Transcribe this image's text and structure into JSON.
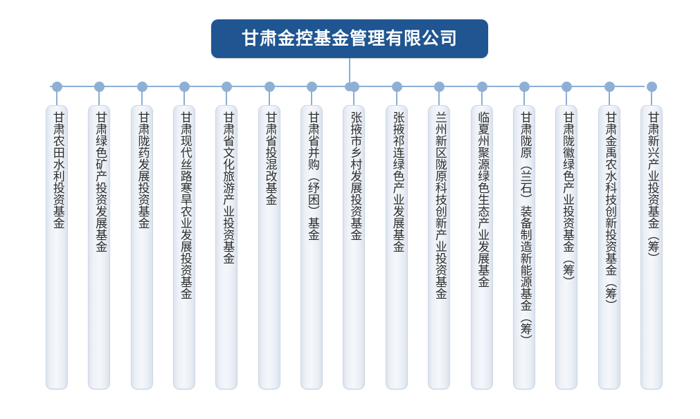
{
  "chart": {
    "type": "org-chart",
    "root": {
      "label": "甘肃金控基金管理有限公司"
    },
    "colors": {
      "root_fill": "#1f5590",
      "root_text": "#ffffff",
      "connector": "#8aaed4",
      "dot": "#8fb0d4",
      "node_border": "#cdd7e4",
      "node_text": "#2b2b2b"
    },
    "children": [
      {
        "label": "甘肃农田水利投资基金"
      },
      {
        "label": "甘肃绿色矿产投资发展基金"
      },
      {
        "label": "甘肃陇药发展投资基金"
      },
      {
        "label": "甘肃现代丝路寒旱农业发展投资基金"
      },
      {
        "label": "甘肃省文化旅游产业投资基金"
      },
      {
        "label": "甘肃省投混改基金"
      },
      {
        "label": "甘肃省并购（纾困）基金"
      },
      {
        "label": "张掖市乡村发展投资基金"
      },
      {
        "label": "张掖祁连绿色产业发展基金"
      },
      {
        "label": "兰州新区陇原科技创新产业投资基金"
      },
      {
        "label": "临夏州聚源绿色生态产业发展基金"
      },
      {
        "label": "甘肃陇原（兰石）装备制造新能源基金（筹）"
      },
      {
        "label": "甘肃陇徽绿色产业投资基金（筹）"
      },
      {
        "label": "甘肃金禹农水科技创新投资基金（筹）"
      },
      {
        "label": "甘肃新兴产业投资基金（筹）"
      }
    ]
  }
}
